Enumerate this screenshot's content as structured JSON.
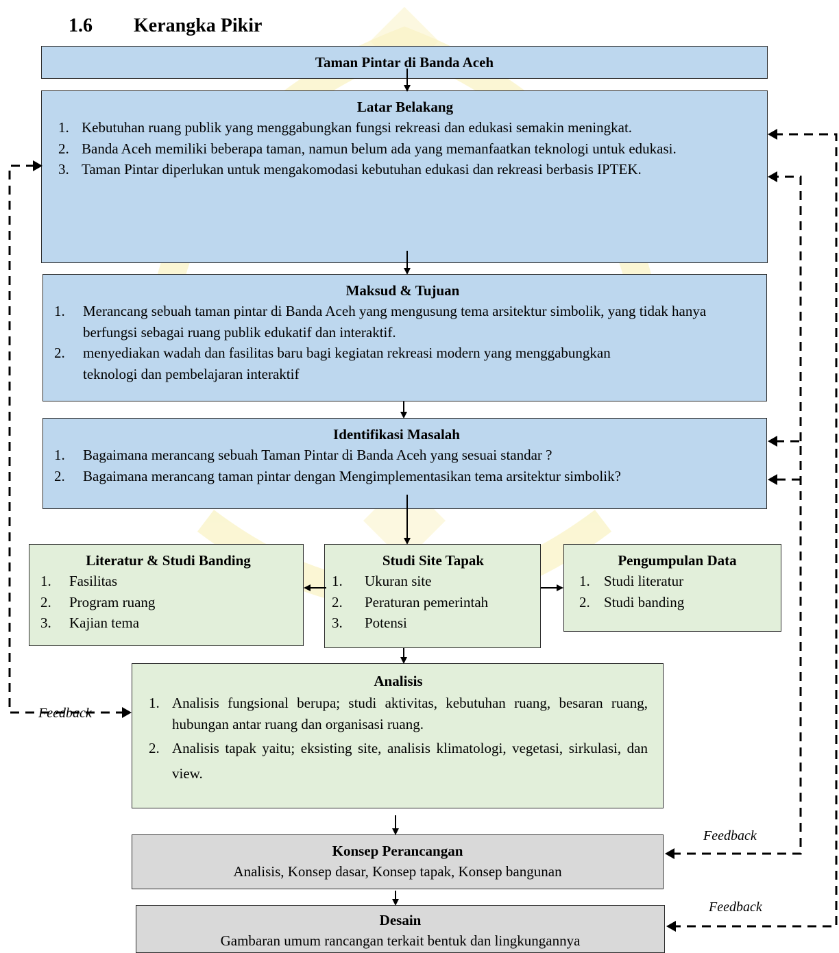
{
  "heading": {
    "number": "1.6",
    "title": "Kerangka Pikir"
  },
  "top_box": {
    "title": "Taman Pintar di Banda Aceh"
  },
  "latar_belakang": {
    "title": "Latar Belakang",
    "items": [
      {
        "num": "1.",
        "text": "Kebutuhan ruang publik yang menggabungkan fungsi rekreasi dan edukasi semakin meningkat."
      },
      {
        "num": "2.",
        "text": "Banda Aceh memiliki beberapa taman, namun belum ada yang memanfaatkan teknologi untuk edukasi."
      },
      {
        "num": "3.",
        "text": "Taman Pintar diperlukan untuk mengakomodasi kebutuhan edukasi dan rekreasi berbasis IPTEK."
      }
    ]
  },
  "maksud_tujuan": {
    "title": "Maksud & Tujuan",
    "items": [
      {
        "num": "1.",
        "text": "Merancang sebuah taman pintar di Banda Aceh yang mengusung tema arsitektur simbolik, yang tidak hanya berfungsi sebagai ruang publik edukatif dan interaktif."
      },
      {
        "num": "2.",
        "text": "menyediakan wadah dan fasilitas baru bagi kegiatan rekreasi modern yang menggabungkan teknologi dan pembelajaran interaktif"
      }
    ]
  },
  "identifikasi_masalah": {
    "title": "Identifikasi Masalah",
    "items": [
      {
        "num": "1.",
        "text": "Bagaimana merancang sebuah Taman Pintar di Banda Aceh yang sesuai standar ?"
      },
      {
        "num": "2.",
        "text": "Bagaimana merancang taman pintar dengan Mengimplementasikan tema arsitektur simbolik?"
      }
    ]
  },
  "literatur": {
    "title": "Literatur & Studi Banding",
    "items": [
      {
        "num": "1.",
        "text": "Fasilitas"
      },
      {
        "num": "2.",
        "text": "Program ruang"
      },
      {
        "num": "3.",
        "text": "Kajian tema"
      }
    ]
  },
  "studi_site": {
    "title": "Studi Site Tapak",
    "items": [
      {
        "num": "1.",
        "text": "Ukuran site"
      },
      {
        "num": "2.",
        "text": "Peraturan pemerintah"
      },
      {
        "num": "3.",
        "text": "Potensi"
      }
    ]
  },
  "pengumpulan_data": {
    "title": "Pengumpulan Data",
    "items": [
      {
        "num": "1.",
        "text": "Studi literatur"
      },
      {
        "num": "2.",
        "text": "Studi banding"
      }
    ]
  },
  "analisis": {
    "title": "Analisis",
    "items": [
      {
        "num": "1.",
        "text": "Analisis fungsional berupa; studi aktivitas, kebutuhan ruang, besaran ruang, hubungan antar ruang dan organisasi ruang."
      },
      {
        "num": "2.",
        "text": "Analisis tapak yaitu; eksisting site, analisis klimatologi, vegetasi, sirkulasi, dan view."
      }
    ]
  },
  "konsep": {
    "title": "Konsep Perancangan",
    "description": "Analisis, Konsep dasar, Konsep tapak, Konsep bangunan"
  },
  "desain": {
    "title": "Desain",
    "description": "Gambaran umum rancangan terkait bentuk dan lingkungannya"
  },
  "feedback_labels": [
    "Feedback",
    "Feedback",
    "Feedback"
  ],
  "colors": {
    "blue_box": "#bdd7ee",
    "green_box": "#e2efda",
    "grey_box": "#d9d9d9",
    "watermark": "#f7efb0"
  }
}
